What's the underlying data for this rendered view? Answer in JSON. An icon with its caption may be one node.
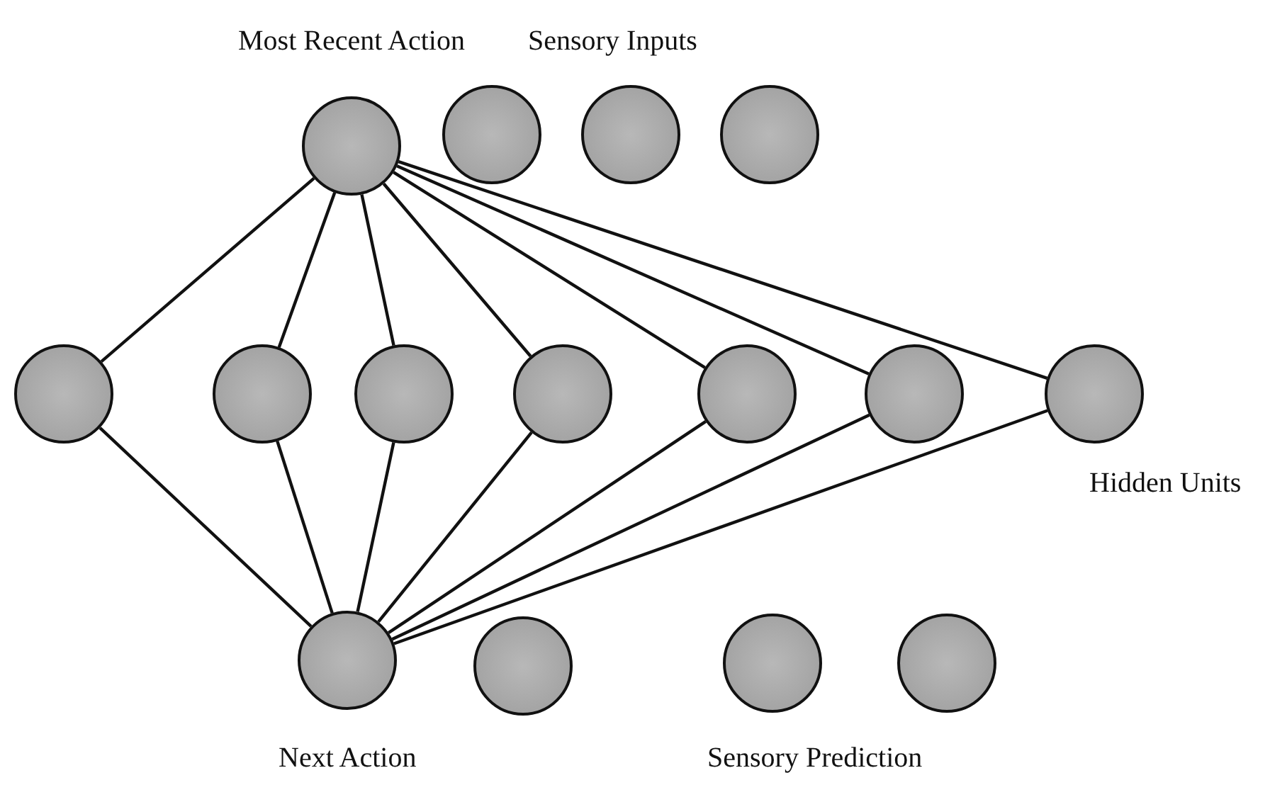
{
  "diagram": {
    "nodes": [
      {
        "text": [],
        "shape": "circle",
        "beside": [
          "Most Recent Action"
        ]
      },
      {
        "text": [],
        "shape": "circle"
      },
      {
        "text": [],
        "shape": "circle"
      },
      {
        "text": [],
        "shape": "circle"
      },
      {
        "text": [],
        "shape": "circle"
      },
      {
        "text": [],
        "shape": "circle"
      },
      {
        "text": [],
        "shape": "circle"
      },
      {
        "text": [],
        "shape": "circle"
      },
      {
        "text": [],
        "shape": "circle"
      },
      {
        "text": [],
        "shape": "circle"
      },
      {
        "text": [],
        "shape": "circle"
      },
      {
        "text": [],
        "shape": "circle",
        "beside": [
          "Next Action"
        ]
      },
      {
        "text": [],
        "shape": "circle"
      },
      {
        "text": [],
        "shape": "circle"
      },
      {
        "text": [],
        "shape": "circle"
      }
    ],
    "edges": [
      {
        "from": 0,
        "to": 4,
        "arrow": "none"
      },
      {
        "from": 0,
        "to": 5,
        "arrow": "none"
      },
      {
        "from": 0,
        "to": 6,
        "arrow": "none"
      },
      {
        "from": 0,
        "to": 7,
        "arrow": "none"
      },
      {
        "from": 0,
        "to": 8,
        "arrow": "none"
      },
      {
        "from": 0,
        "to": 9,
        "arrow": "none"
      },
      {
        "from": 0,
        "to": 10,
        "arrow": "none"
      },
      {
        "from": 4,
        "to": 11,
        "arrow": "none"
      },
      {
        "from": 5,
        "to": 11,
        "arrow": "none"
      },
      {
        "from": 6,
        "to": 11,
        "arrow": "none"
      },
      {
        "from": 7,
        "to": 11,
        "arrow": "none"
      },
      {
        "from": 8,
        "to": 11,
        "arrow": "none"
      },
      {
        "from": 9,
        "to": 11,
        "arrow": "none"
      },
      {
        "from": 10,
        "to": 11,
        "arrow": "none"
      }
    ],
    "labels": [
      "Sensory Inputs",
      "Hidden Units",
      "Sensory Prediction"
    ]
  }
}
